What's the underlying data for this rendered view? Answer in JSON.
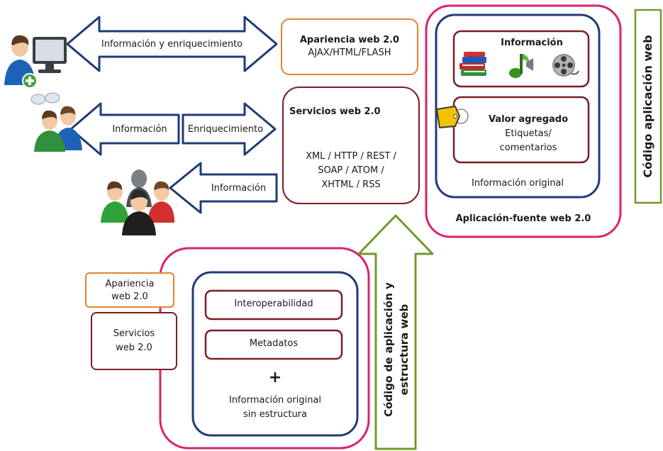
{
  "colors": {
    "blue": "#1f3b77",
    "maroon": "#7a1d24",
    "orange": "#e2852c",
    "pink": "#d8246d",
    "green": "#6f9c2a"
  },
  "arrows": {
    "top": "Información y enriquecimiento",
    "mid_left": "Información",
    "mid_right": "Enriquecimiento",
    "bottom": "Información"
  },
  "apariencia": {
    "title": "Apariencia web 2.0",
    "subtitle": "AJAX/HTML/FLASH"
  },
  "servicios": {
    "title": "Servicios web 2.0",
    "lines": [
      "XML / HTTP / REST /",
      "SOAP / ATOM /",
      "XHTML / RSS"
    ]
  },
  "source_app": {
    "info_title": "Información",
    "valor_title": "Valor agregado",
    "valor_lines": [
      "Etiquetas/",
      "comentarios"
    ],
    "original": "Información original",
    "caption": "Aplicación-fuente web 2.0",
    "icons": [
      "books-icon",
      "music-note-icon",
      "film-reel-icon",
      "tag-icon"
    ]
  },
  "code_app_label": "Código aplicación web",
  "bottom": {
    "apariencia_lines": [
      "Apariencia",
      "web 2.0"
    ],
    "servicios_lines": [
      "Servicios",
      "web 2.0"
    ],
    "interop": "Interoperabilidad",
    "metadatos": "Metadatos",
    "plus": "+",
    "original_lines": [
      "Información original",
      "sin estructura"
    ],
    "arrow_label_lines": [
      "Código de aplicación y",
      "estructura web"
    ]
  },
  "users": [
    "single-user-icon",
    "two-users-icon",
    "group-users-icon"
  ]
}
